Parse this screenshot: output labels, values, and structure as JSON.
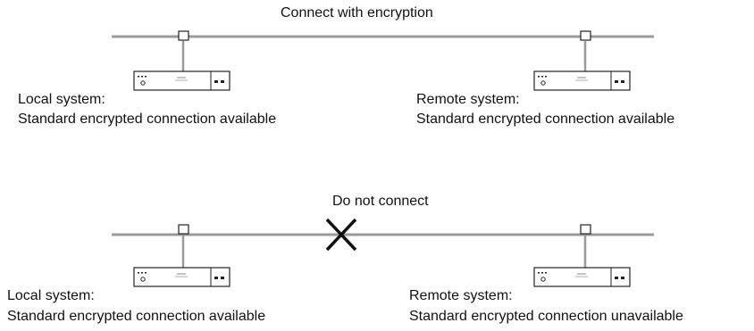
{
  "diagrams": [
    {
      "title": "Connect with encryption",
      "local": {
        "heading": "Local system:",
        "status": "Standard encrypted connection available"
      },
      "remote": {
        "heading": "Remote system:",
        "status": "Standard encrypted connection available"
      }
    },
    {
      "title": "Do not connect",
      "local": {
        "heading": "Local system:",
        "status": "Standard encrypted connection available"
      },
      "remote": {
        "heading": "Remote system:",
        "status": "Standard encrypted connection unavailable"
      }
    }
  ],
  "colors": {
    "line": "#9a9a9a",
    "device": "#222222",
    "cross": "#111111"
  },
  "icons": {
    "device": "network-device-icon",
    "cross": "cross-icon",
    "connector": "connector-icon"
  }
}
